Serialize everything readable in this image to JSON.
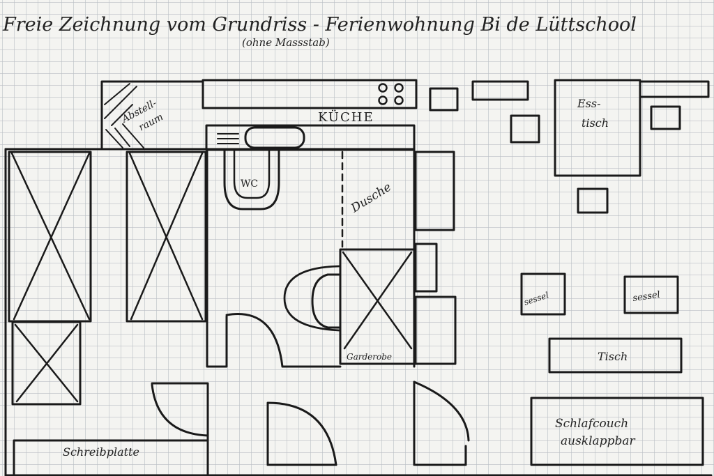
{
  "title": "Freie Zeichnung vom Grundriss - Ferienwohnung Bi de Lüttschool",
  "subtitle": "(ohne Massstab)",
  "rooms": {
    "abstellraum_1": "Abstell-",
    "abstellraum_2": "raum",
    "kueche": "KÜCHE",
    "esstisch_1": "Ess-",
    "esstisch_2": "tisch",
    "wc": "WC",
    "dusche": "Dusche",
    "garderobe": "Garderobe",
    "sessel_left": "sessel",
    "sessel_right": "sessel",
    "tisch": "Tisch",
    "schlafcouch_1": "Schlafcouch",
    "schlafcouch_2": "ausklappbar",
    "schreibplatte": "Schreibplatte"
  },
  "colors": {
    "paper": "#f4f4f1",
    "grid": "#b9bec4",
    "ink": "#1a1a1a"
  }
}
